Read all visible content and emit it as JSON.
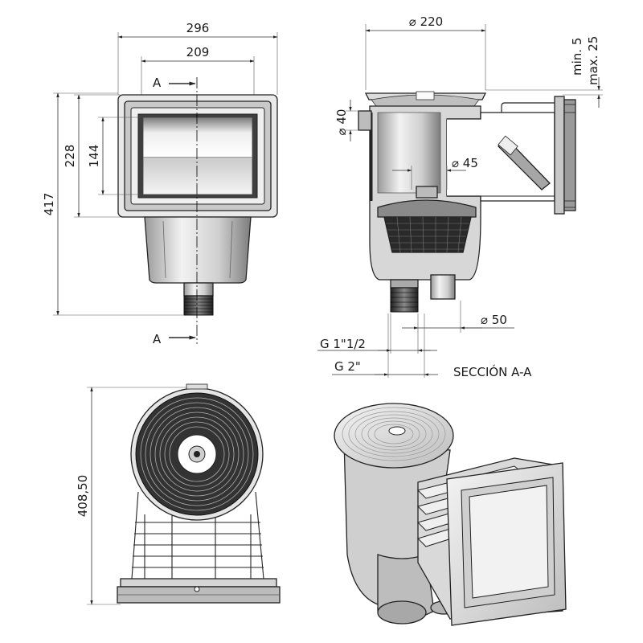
{
  "front_view": {
    "width_outer": "296",
    "width_inner": "209",
    "height_total": "417",
    "height_flange": "228",
    "height_opening": "144",
    "section_marker_top": "A",
    "section_marker_bottom": "A"
  },
  "section_view": {
    "dia_cover": "⌀ 220",
    "dia_side": "⌀ 40",
    "dia_45": "⌀ 45",
    "dia_50": "⌀ 50",
    "min_label": "min. 5",
    "max_label": "max. 25",
    "thread_small": "G 1\"1/2",
    "thread_large": "G 2\"",
    "title": "SECCIÓN A-A"
  },
  "top_view": {
    "height": "408,50"
  },
  "colors": {
    "outline": "#222222",
    "body_light": "#e6e6e6",
    "body_mid": "#bdbdbd",
    "body_dark": "#555555"
  }
}
